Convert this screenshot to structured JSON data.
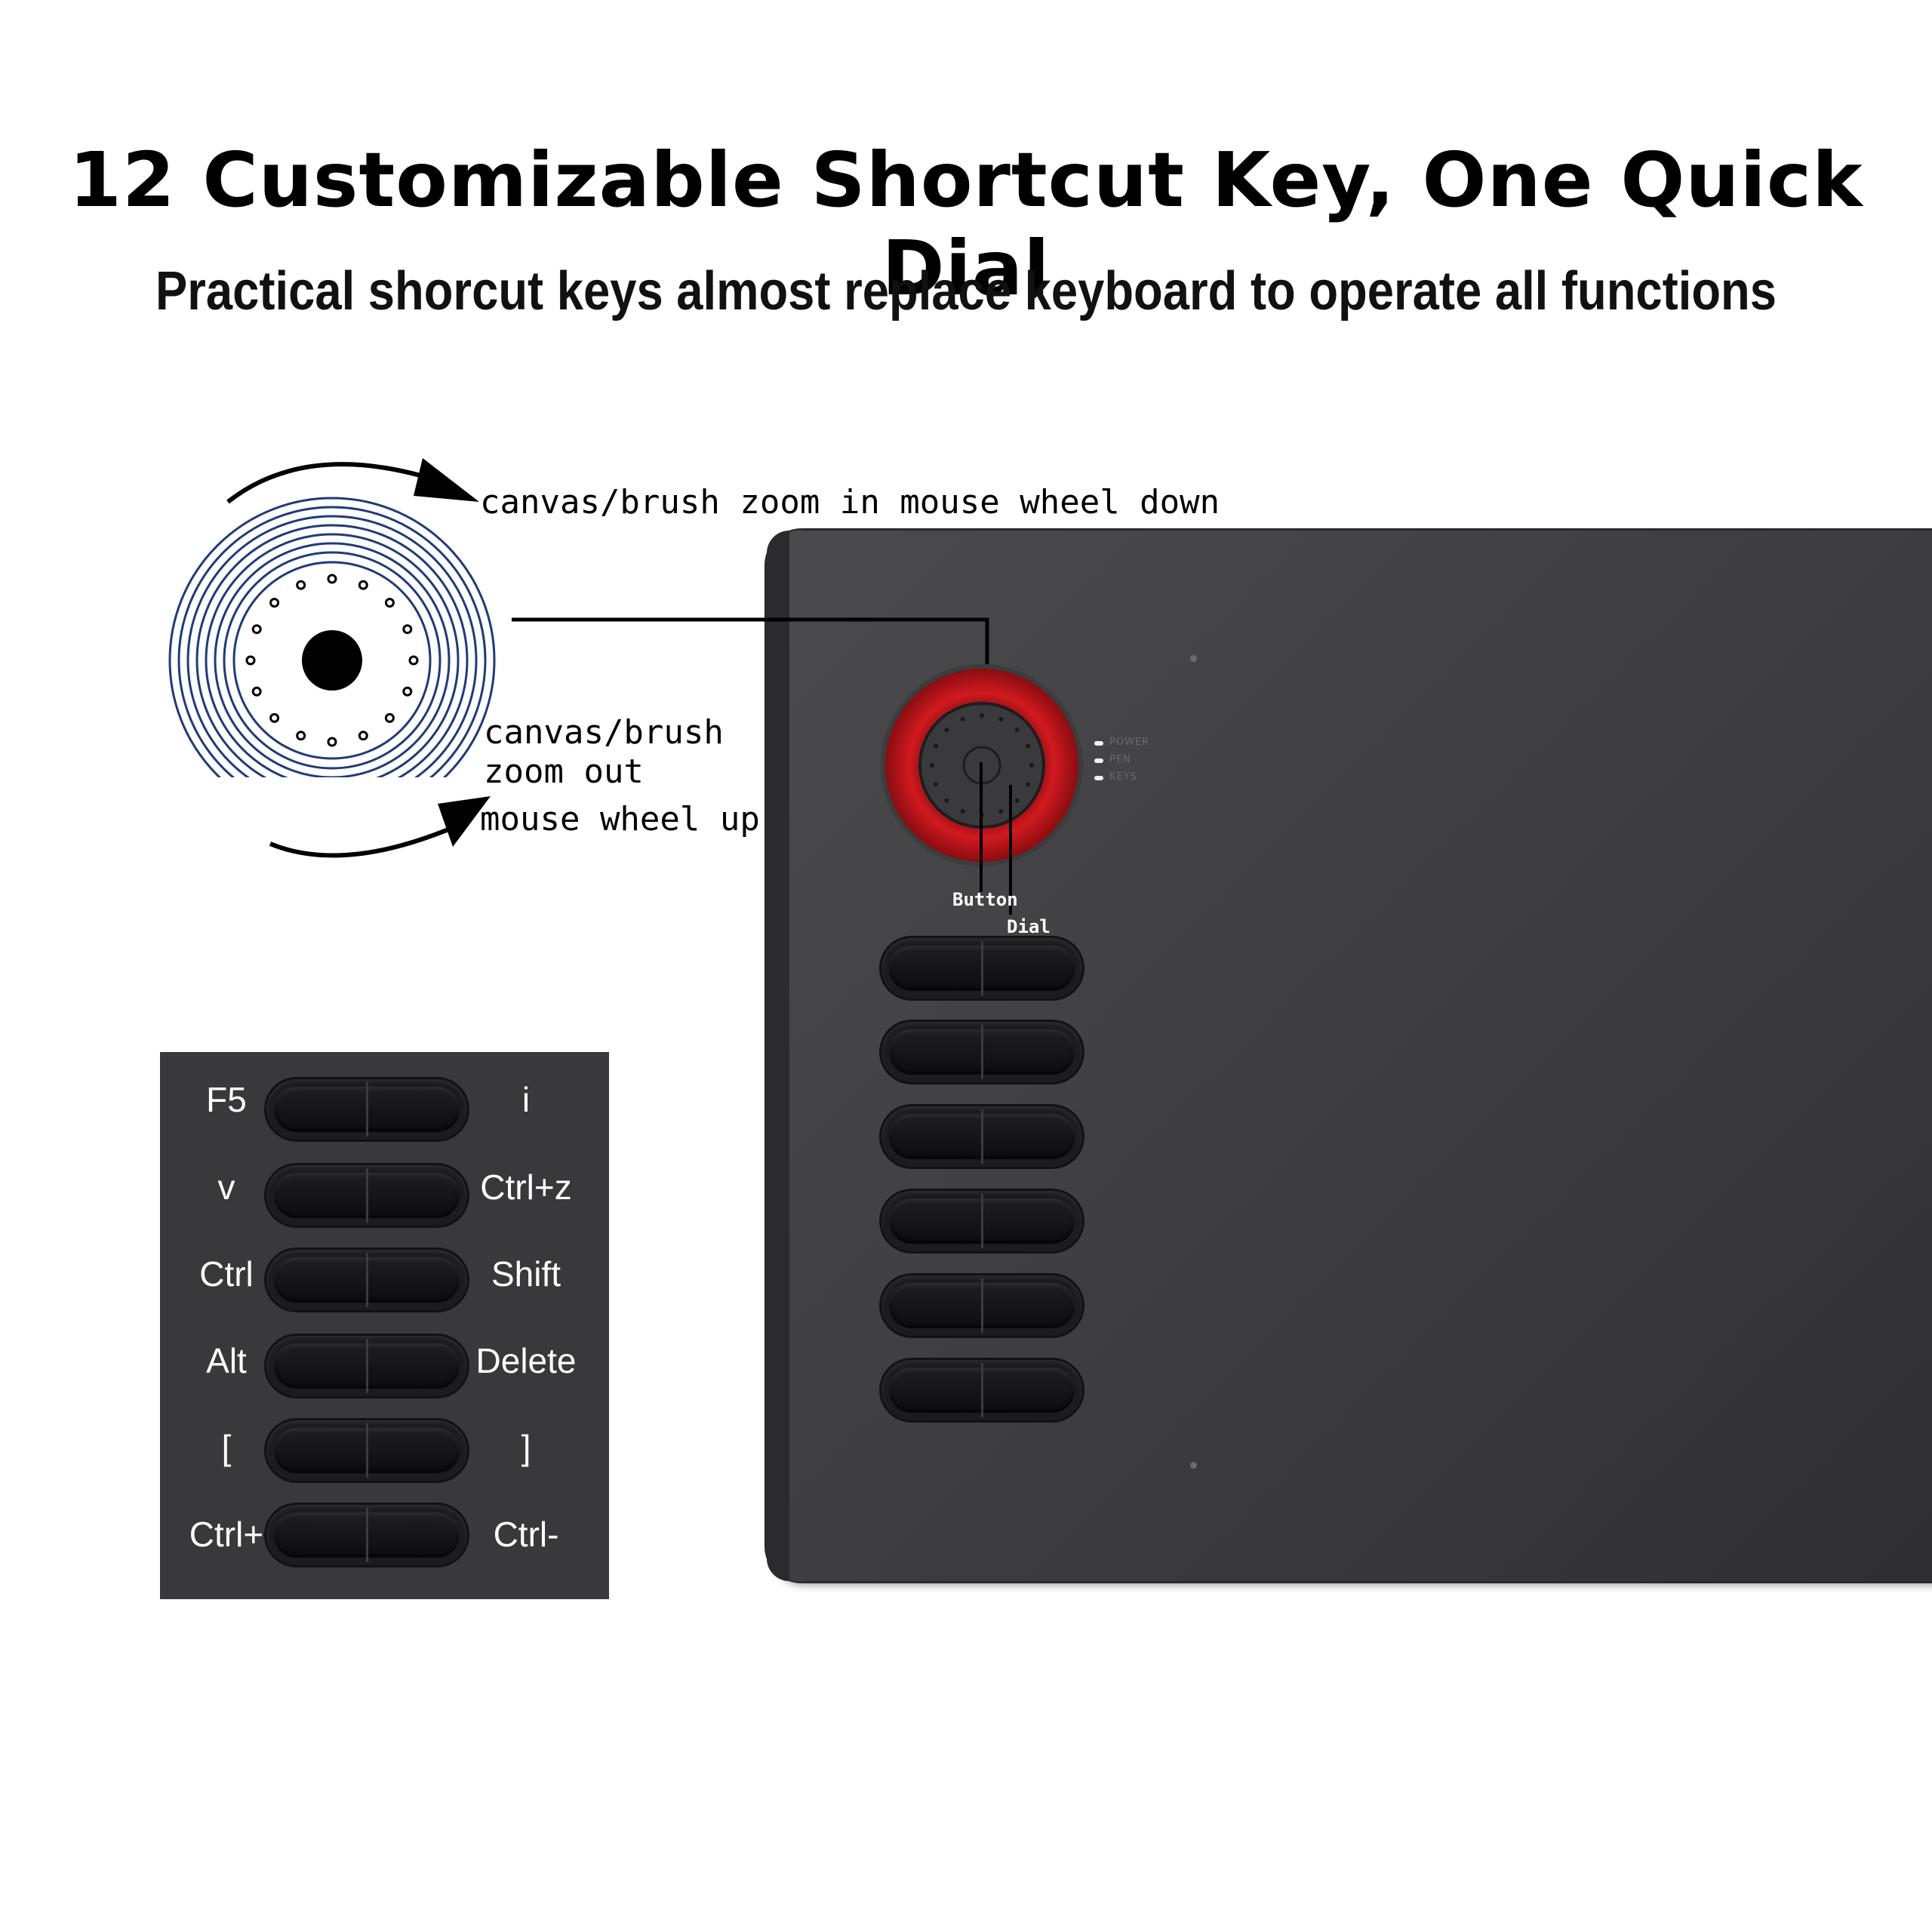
{
  "header": {
    "title": "12 Customizable Shortcut Key, One Quick Dial",
    "subtitle": "Practical shorcut keys almost replace keyboard to operate all functions"
  },
  "dial_diagram": {
    "top_annotation": "canvas/brush zoom in mouse wheel down",
    "bottom_annotation_line1": "canvas/brush",
    "bottom_annotation_line2": "zoom out",
    "bottom_annotation_line3": "mouse wheel up",
    "ring_color": "#1f3b78",
    "arrow_icons": [
      "clockwise-arrow-icon",
      "counterclockwise-arrow-icon"
    ]
  },
  "tablet": {
    "dial_accent_color": "#c8141b",
    "button_label": "Button",
    "dial_label": "Dial",
    "leds": [
      "POWER",
      "PEN",
      "KEYS"
    ],
    "key_count": 12
  },
  "shortcut_panel": {
    "rows": [
      {
        "left": "F5",
        "right": "i"
      },
      {
        "left": "v",
        "right": "Ctrl+z"
      },
      {
        "left": "Ctrl",
        "right": "Shift"
      },
      {
        "left": "Alt",
        "right": "Delete"
      },
      {
        "left": "[",
        "right": "]"
      },
      {
        "left": "Ctrl+",
        "right": "Ctrl-"
      }
    ]
  }
}
